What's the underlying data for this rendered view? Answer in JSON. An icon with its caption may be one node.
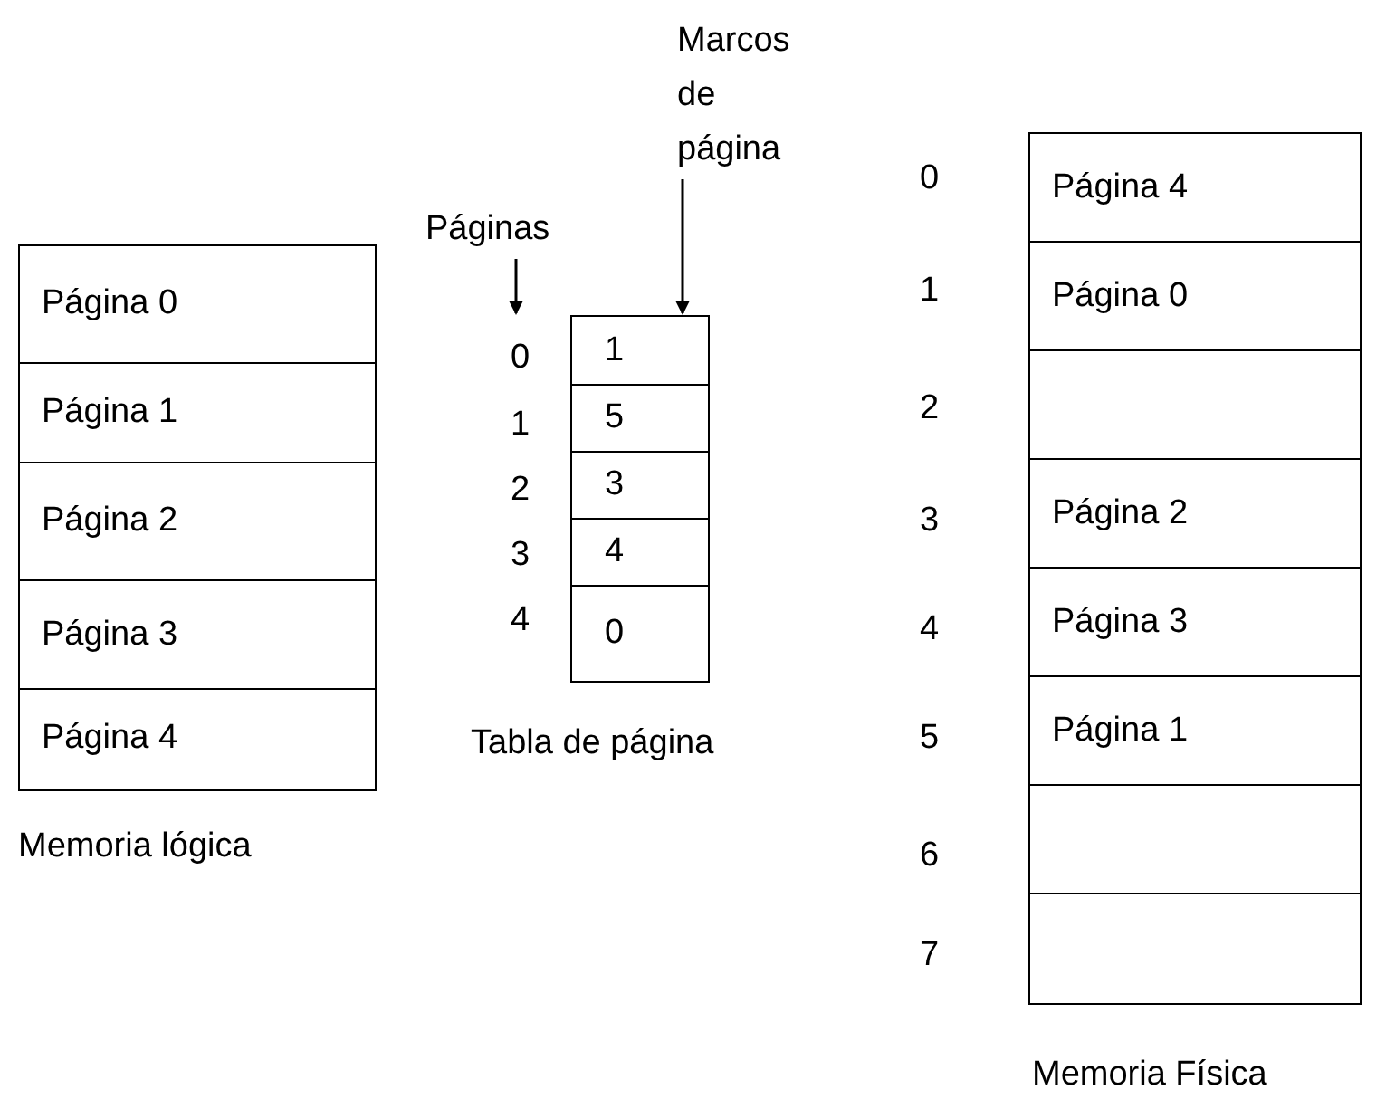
{
  "diagram": {
    "nodes": [
      {
        "text": [],
        "shape": "box",
        "beside": [
          "Memoria lógica"
        ]
      },
      {
        "text": [
          "Página 0"
        ],
        "in": 0
      },
      {
        "text": [
          "Página 1"
        ],
        "in": 0
      },
      {
        "text": [
          "Página 2"
        ],
        "in": 0
      },
      {
        "text": [
          "Página 3"
        ],
        "in": 0
      },
      {
        "text": [
          "Página 4"
        ],
        "in": 0
      },
      {
        "text": [
          "Páginas"
        ]
      },
      {
        "text": [
          "Marcos de página"
        ]
      },
      {
        "text": [],
        "shape": "box",
        "beside": [
          "Tabla de página"
        ]
      },
      {
        "text": [
          "1"
        ],
        "in": 8
      },
      {
        "text": [
          "5"
        ],
        "in": 8
      },
      {
        "text": [
          "3"
        ],
        "in": 8
      },
      {
        "text": [
          "4"
        ],
        "in": 8
      },
      {
        "text": [
          "0"
        ],
        "in": 8
      },
      {
        "text": [],
        "shape": "box",
        "beside": [
          "Memoria Física"
        ]
      },
      {
        "text": [
          "Página 4"
        ],
        "in": 14
      },
      {
        "text": [
          "Página 0"
        ],
        "in": 14
      },
      {
        "text": [],
        "shape": "box",
        "in": 14
      },
      {
        "text": [
          "Página 2"
        ],
        "in": 14
      },
      {
        "text": [
          "Página 3"
        ],
        "in": 14
      },
      {
        "text": [
          "Página 1"
        ],
        "in": 14
      },
      {
        "text": [],
        "shape": "box",
        "in": 14
      },
      {
        "text": [],
        "shape": "box",
        "in": 14
      }
    ],
    "edges": [
      {
        "from": 6,
        "to": 8,
        "arrow": "to"
      },
      {
        "from": 7,
        "to": 8,
        "arrow": "to"
      }
    ],
    "labels": [
      "0",
      "1",
      "2",
      "3",
      "4",
      "0",
      "1",
      "2",
      "3",
      "4",
      "5",
      "6",
      "7"
    ]
  }
}
